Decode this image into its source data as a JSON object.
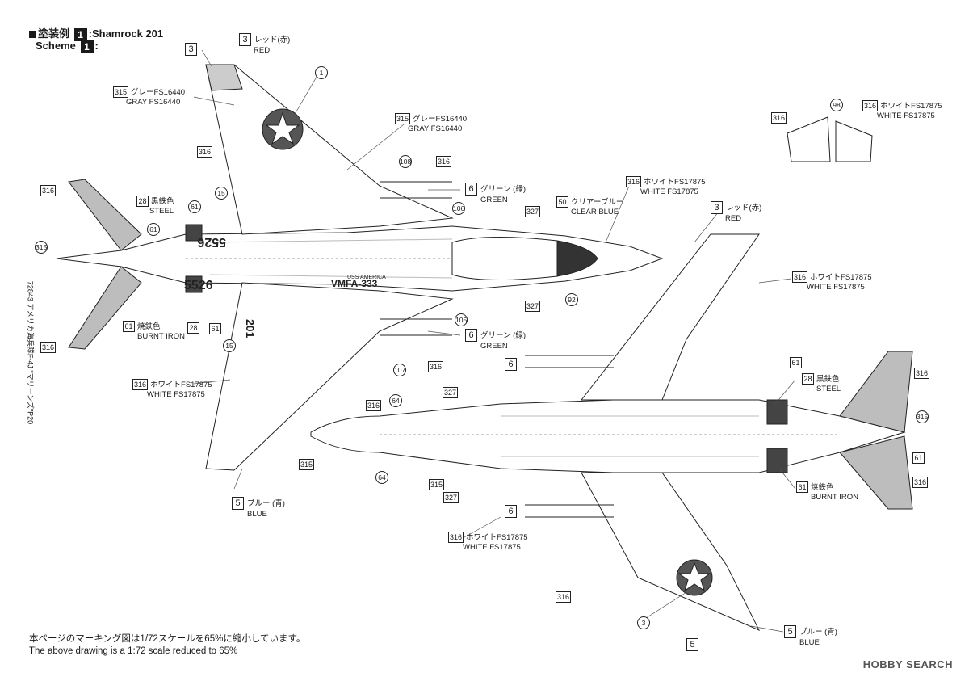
{
  "header": {
    "line1_prefix": "塗装例",
    "line1_num": "1",
    "line1_name": ":Shamrock 201",
    "line2_prefix": "Scheme",
    "line2_num": "1",
    "line2_suffix": ":"
  },
  "side_code": "72843 アメリカ海兵隊F-4J \"マリーンズ\"P20",
  "markings": {
    "tail_code": "5526",
    "squadron": "VMFA-333",
    "nose_number": "201",
    "carrier": "USS AMERICA"
  },
  "callouts": [
    {
      "id": "red-top",
      "num": "3",
      "jp": "レッド(赤)",
      "en": "RED"
    },
    {
      "id": "gray-16440-a",
      "num": "315",
      "jp": "グレーFS16440",
      "en": "GRAY FS16440"
    },
    {
      "id": "gray-16440-b",
      "num": "315",
      "jp": "グレーFS16440",
      "en": "GRAY FS16440"
    },
    {
      "id": "white-tabs",
      "num": "316",
      "jp": "ホワイトFS17875",
      "en": "WHITE FS17875"
    },
    {
      "id": "green-top",
      "num": "6",
      "jp": "グリーン (緑)",
      "en": "GREEN"
    },
    {
      "id": "steel-top",
      "num": "28",
      "jp": "黒鉄色",
      "en": "STEEL"
    },
    {
      "id": "clear-blue",
      "num": "50",
      "jp": "クリアーブルー",
      "en": "CLEAR BLUE"
    },
    {
      "id": "white-upper-nose",
      "num": "316",
      "jp": "ホワイトFS17875",
      "en": "WHITE FS17875"
    },
    {
      "id": "red-right",
      "num": "3",
      "jp": "レッド(赤)",
      "en": "RED"
    },
    {
      "id": "white-right-wing",
      "num": "316",
      "jp": "ホワイトFS17875",
      "en": "WHITE FS17875"
    },
    {
      "id": "burnt-top",
      "num": "61",
      "jp": "焼鉄色",
      "en": "BURNT IRON"
    },
    {
      "id": "green-mid",
      "num": "6",
      "jp": "グリーン (緑)",
      "en": "GREEN"
    },
    {
      "id": "white-left",
      "num": "316",
      "jp": "ホワイトFS17875",
      "en": "WHITE FS17875"
    },
    {
      "id": "steel-bottom",
      "num": "28",
      "jp": "黒鉄色",
      "en": "STEEL"
    },
    {
      "id": "burnt-bottom",
      "num": "61",
      "jp": "焼鉄色",
      "en": "BURNT IRON"
    },
    {
      "id": "blue-left",
      "num": "5",
      "jp": "ブルー (青)",
      "en": "BLUE"
    },
    {
      "id": "white-bottom",
      "num": "316",
      "jp": "ホワイトFS17875",
      "en": "WHITE FS17875"
    },
    {
      "id": "blue-right",
      "num": "5",
      "jp": "ブルー (青)",
      "en": "BLUE"
    }
  ],
  "numbers": {
    "n3a": "3",
    "n1": "1",
    "n316a": "316",
    "n15a": "15",
    "n28": "28",
    "n61": "61",
    "n316b": "316",
    "n315": "315",
    "n61b": "61",
    "n28b": "28",
    "n61c": "61",
    "n15b": "15",
    "n315c": "315",
    "n108": "108",
    "n316c": "316",
    "n106": "106",
    "n327": "327",
    "n92": "92",
    "n327b": "327",
    "n105": "105",
    "n107": "107",
    "n316d": "316",
    "n6": "6",
    "n327c": "327",
    "n316e": "316",
    "n64": "64",
    "n64b": "64",
    "n315d": "315",
    "n327d": "327",
    "n6b": "6",
    "n316f": "316",
    "n3b": "3",
    "n5b": "5",
    "n61d": "61",
    "n316g": "316",
    "n315e": "315",
    "n61e": "61",
    "n316h": "316",
    "n316i": "316",
    "n98": "98",
    "n316j": "316",
    "n61f": "61"
  },
  "notes": {
    "jp": "本ページのマーキング図は1/72スケールを65%に縮小しています。",
    "en": "The above drawing is a 1:72 scale reduced to 65%"
  },
  "logo": "HOBBY SEARCH"
}
